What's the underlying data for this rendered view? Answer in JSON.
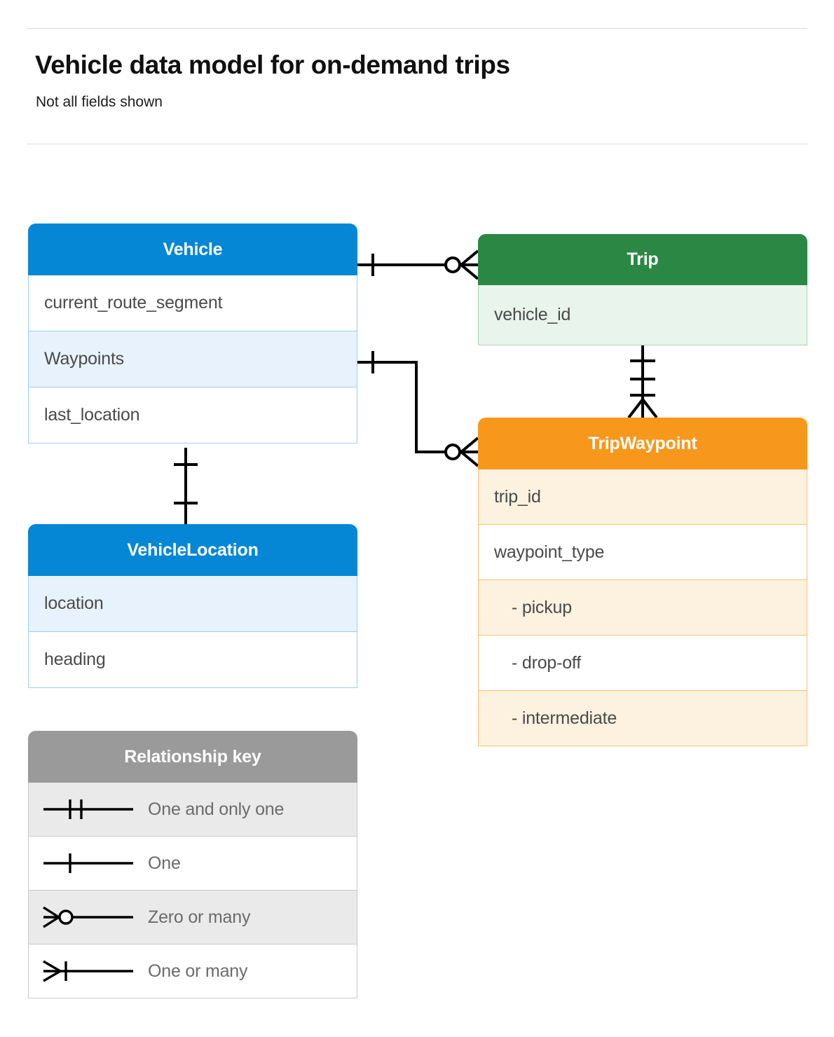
{
  "header": {
    "title": "Vehicle data model for on-demand trips",
    "subtitle": "Not all fields shown"
  },
  "colors": {
    "blue": "#0587D6",
    "blue_row_tint": "#E8F2FC",
    "blue_border": "#9ECDF2",
    "green": "#2B8844",
    "green_row_tint": "#E9F4EC",
    "green_border": "#A9D6B5",
    "orange": "#F7981D",
    "orange_row_tint": "#FDF2E0",
    "orange_border": "#FBC170",
    "gray": "#9A9A9A",
    "gray_row_tint": "#EAEAEA",
    "text": "#4A4A4A",
    "rule": "#D8D8D8"
  },
  "entities": {
    "vehicle": {
      "name": "Vehicle",
      "rows": [
        {
          "label": "current_route_segment",
          "tint": false,
          "indent": false
        },
        {
          "label": "Waypoints",
          "tint": true,
          "indent": false
        },
        {
          "label": "last_location",
          "tint": false,
          "indent": false
        }
      ]
    },
    "trip": {
      "name": "Trip",
      "rows": [
        {
          "label": "vehicle_id",
          "tint": true,
          "indent": false
        }
      ]
    },
    "tripwaypoint": {
      "name": "TripWaypoint",
      "rows": [
        {
          "label": "trip_id",
          "tint": true,
          "indent": false
        },
        {
          "label": "waypoint_type",
          "tint": false,
          "indent": false
        },
        {
          "label": "- pickup",
          "tint": true,
          "indent": true
        },
        {
          "label": "- drop-off",
          "tint": false,
          "indent": true
        },
        {
          "label": "- intermediate",
          "tint": true,
          "indent": true
        }
      ]
    },
    "vehiclelocation": {
      "name": "VehicleLocation",
      "rows": [
        {
          "label": "location",
          "tint": true,
          "indent": false
        },
        {
          "label": "heading",
          "tint": false,
          "indent": false
        }
      ]
    }
  },
  "legend": {
    "title": "Relationship key",
    "items": [
      {
        "label": "One and only one",
        "symbol": "one-and-only-one",
        "tint": true
      },
      {
        "label": "One",
        "symbol": "one",
        "tint": false
      },
      {
        "label": "Zero or many",
        "symbol": "zero-or-many",
        "tint": true
      },
      {
        "label": "One or many",
        "symbol": "one-or-many",
        "tint": false
      }
    ]
  },
  "relationships": [
    {
      "from": "Vehicle",
      "to": "Trip",
      "from_cardinality": "one",
      "to_cardinality": "zero-or-many"
    },
    {
      "from": "Vehicle.Waypoints",
      "to": "TripWaypoint",
      "from_cardinality": "one",
      "to_cardinality": "zero-or-many"
    },
    {
      "from": "Trip",
      "to": "TripWaypoint",
      "from_cardinality": "one-and-only-one",
      "to_cardinality": "one-or-many"
    },
    {
      "from": "Vehicle",
      "to": "VehicleLocation",
      "from_cardinality": "one",
      "to_cardinality": "one"
    }
  ]
}
